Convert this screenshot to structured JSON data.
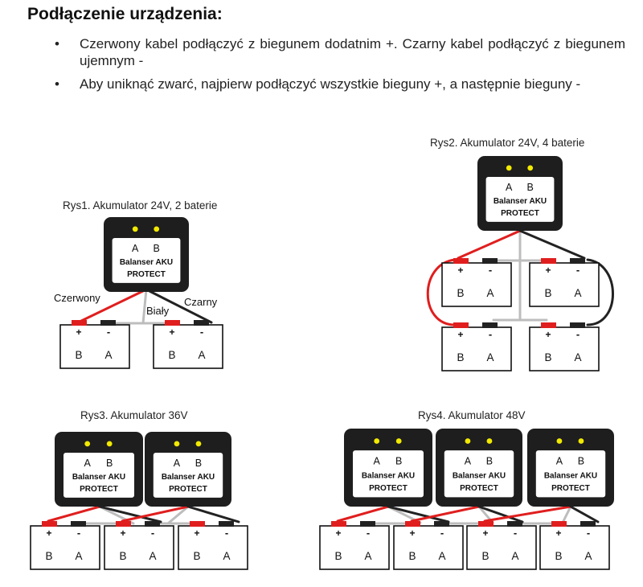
{
  "heading": "Podłączenie urządzenia:",
  "bullets": [
    {
      "marker": "•",
      "text": "Czerwony kabel podłączyć z biegunem dodatnim +. Czarny kabel podłączyć z biegunem ujemnym -"
    },
    {
      "marker": "•",
      "text": "Aby uniknąć zwarć, najpierw podłączyć wszystkie bieguny +, a następnie bieguny -"
    }
  ],
  "device": {
    "line1": "Balanser AKU",
    "line2": "PROTECT",
    "led_a": "A",
    "led_b": "B"
  },
  "battery": {
    "plus": "+",
    "minus": "-",
    "left": "B",
    "right": "A"
  },
  "colors": {
    "red_wire": "#e01e1e",
    "black_wire": "#222222",
    "white_wire": "#bdbdbd",
    "device_body": "#1e1e1e",
    "led": "#f2ea00",
    "terminal_red": "#e01e1e",
    "terminal_black": "#222222"
  },
  "figures": {
    "rys1": {
      "title": "Rys1. Akumulator 24V, 2 baterie",
      "label_red": "Czerwony",
      "label_white": "Biały",
      "label_black": "Czarny"
    },
    "rys2": {
      "title": "Rys2. Akumulator 24V, 4 baterie"
    },
    "rys3": {
      "title": "Rys3. Akumulator 36V"
    },
    "rys4": {
      "title": "Rys4. Akumulator 48V"
    }
  }
}
